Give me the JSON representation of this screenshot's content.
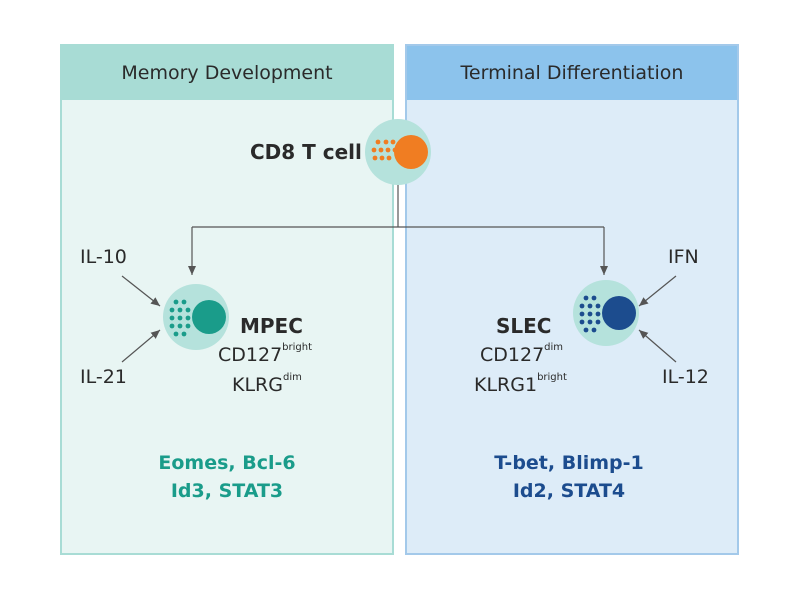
{
  "left_panel": {
    "title": "Memory Development",
    "stimuli": [
      "IL-10",
      "IL-21"
    ],
    "cell_name": "MPEC",
    "marker1_base": "CD127",
    "marker1_sup": "bright",
    "marker2_base": "KLRG",
    "marker2_sup": "dim",
    "factors_line1": "Eomes, Bcl-6",
    "factors_line2": "Id3, STAT3"
  },
  "right_panel": {
    "title": "Terminal Differentiation",
    "stimuli": [
      "IFN",
      "IL-12"
    ],
    "cell_name": "SLEC",
    "marker1_base": "CD127",
    "marker1_sup": "dim",
    "marker2_base": "KLRG1",
    "marker2_sup": "bright",
    "factors_line1": "T-bet, Blimp-1",
    "factors_line2": "Id2, STAT4"
  },
  "origin": {
    "label": "CD8 T cell"
  },
  "colors": {
    "teal": "#1a9c8a",
    "navy": "#1c4c8e",
    "orange": "#f07d22",
    "cell_bg": "#b5e2dc",
    "left_header": "#a8dcd5",
    "right_header": "#8cc3ec"
  }
}
